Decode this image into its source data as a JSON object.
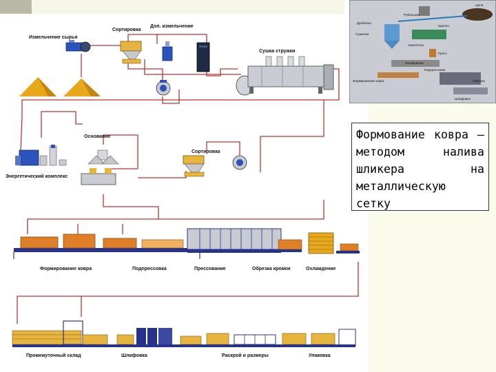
{
  "description_text": "Формование ковра – методом налива шликера на металлическую сетку",
  "colors": {
    "pipe": "#c2322e",
    "equipment_blue": "#1e4fb5",
    "sand": "#e8a81c",
    "conveyor_orange": "#e07f2a",
    "conveyor_blue": "#27328a",
    "inset_bg": "#c9ccd2"
  },
  "labels": {
    "raw_grinding": "Измельчение сырья",
    "sorting_top": "Сортировка",
    "extra_grinding": "Доп. измельчение",
    "chip_drying": "Сушка стружки",
    "base": "Основание",
    "sorting_mid": "Сортировка",
    "energy_complex": "Энергетический комплекс",
    "mat_forming": "Формирование ковра",
    "prepressing": "Подпрессовка",
    "pressing": "Прессование",
    "edge_trimming": "Обрезка кромок",
    "cooling": "Охлаждение",
    "intermediate_storage": "Промежуточный склад",
    "sanding": "Шлифовка",
    "cutting_sizing": "Раскрой и размеры",
    "packaging": "Упаковка"
  },
  "inset_labels": {
    "l1": "щепа",
    "l2": "Рубильник",
    "l3": "Дробилка",
    "l4": "Сушилка",
    "l5": "Циклон",
    "l6": "Смеситель",
    "l7": "Пресс",
    "l8": "Охлаждение",
    "l9": "Подпрессовка",
    "l10": "Формирование ковра",
    "l11": "Обрезка",
    "l12": "Шлифовка"
  }
}
